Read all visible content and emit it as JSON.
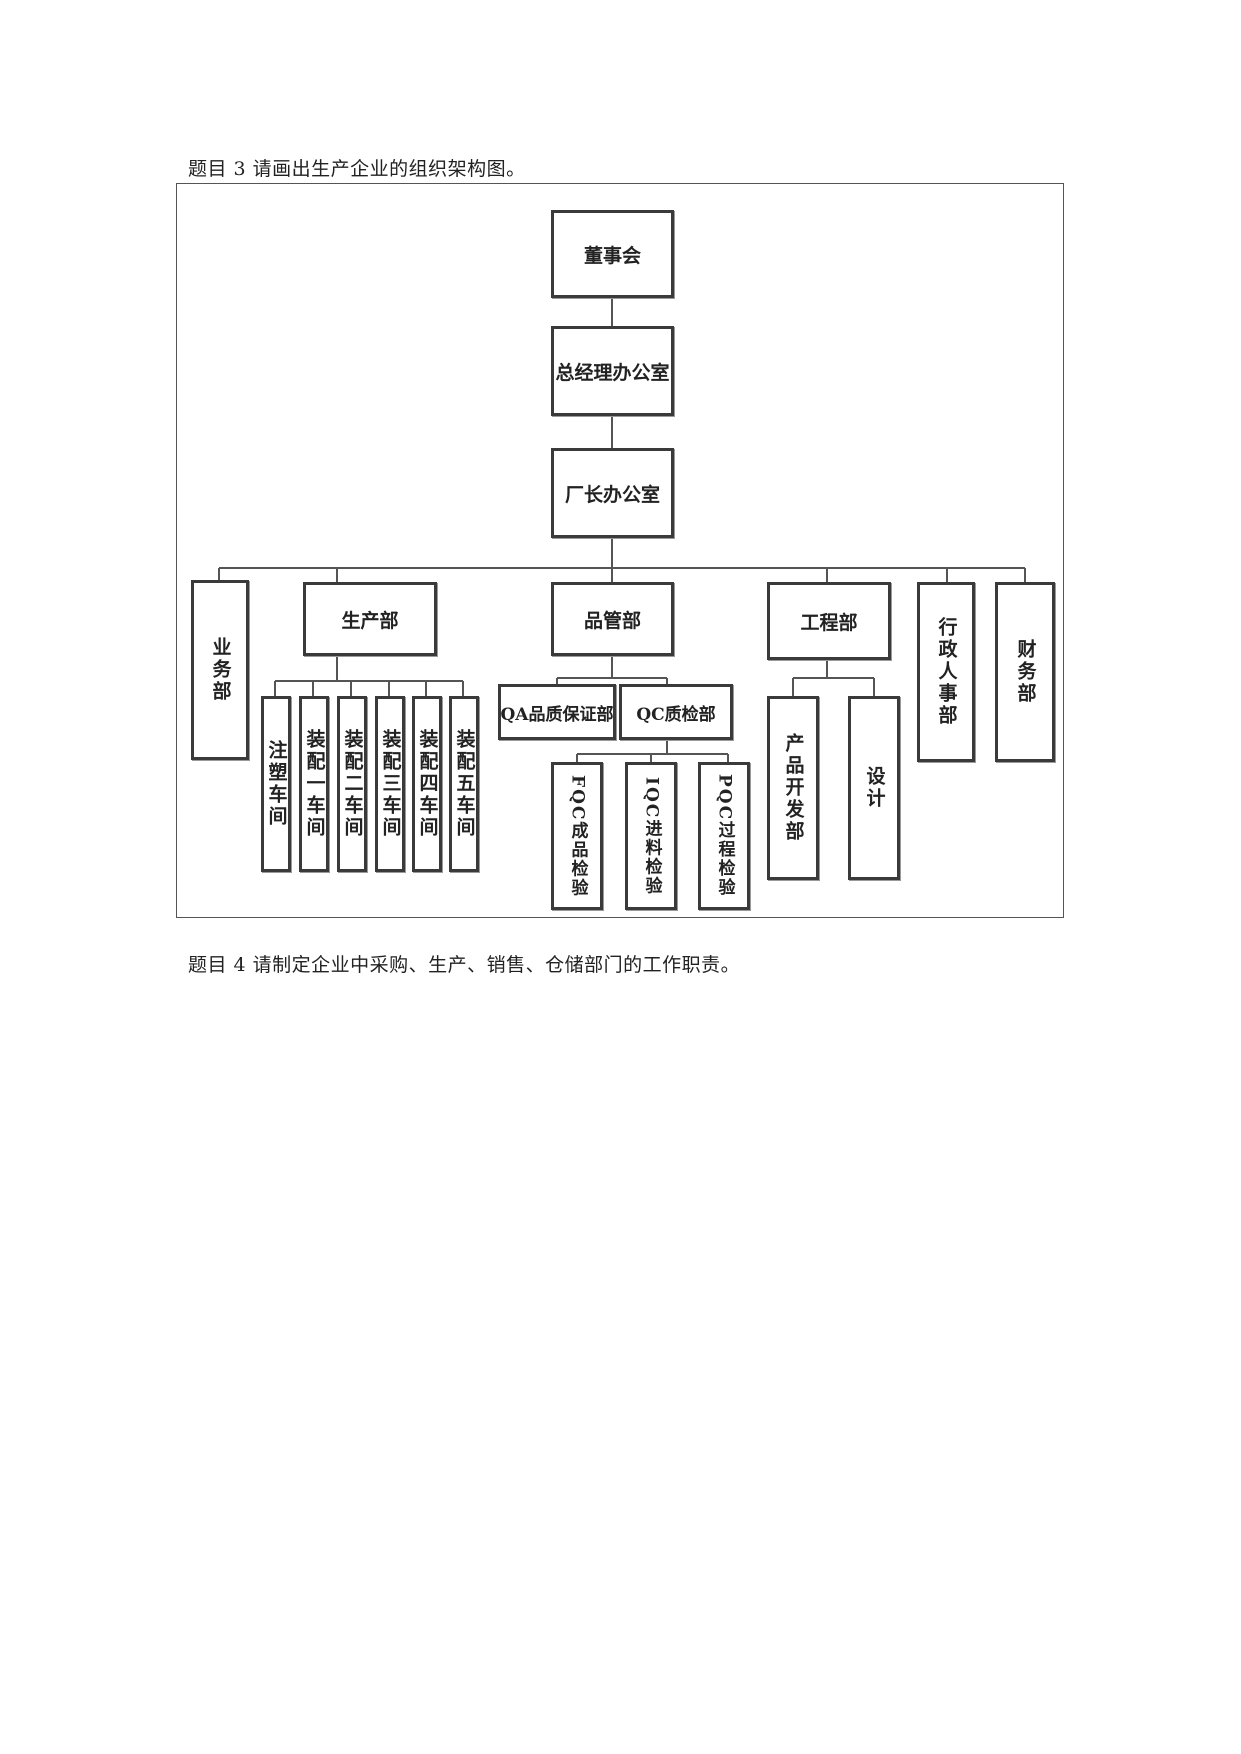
{
  "question3": "题目 3 请画出生产企业的组织架构图。",
  "question4": "题目 4  请制定企业中采购、生产、销售、仓储部门的工作职责。",
  "org_chart": {
    "board": "董事会",
    "gm_office": "总经理办公室",
    "factory_office": "厂长办公室",
    "departments": {
      "business": "业务部",
      "production": "生产部",
      "quality": "品管部",
      "engineering": "工程部",
      "admin_hr": "行政人事部",
      "finance": "财务部"
    },
    "production_workshops": [
      "注塑车间",
      "装配一车间",
      "装配二车间",
      "装配三车间",
      "装配四车间",
      "装配五车间"
    ],
    "quality_units": {
      "qa": "QA品质保证部",
      "qc": "QC质检部"
    },
    "qc_units": [
      "FQC成品检验",
      "IQC进料检验",
      "PQC过程检验"
    ],
    "engineering_units": [
      "产品开发部",
      "设计"
    ]
  }
}
